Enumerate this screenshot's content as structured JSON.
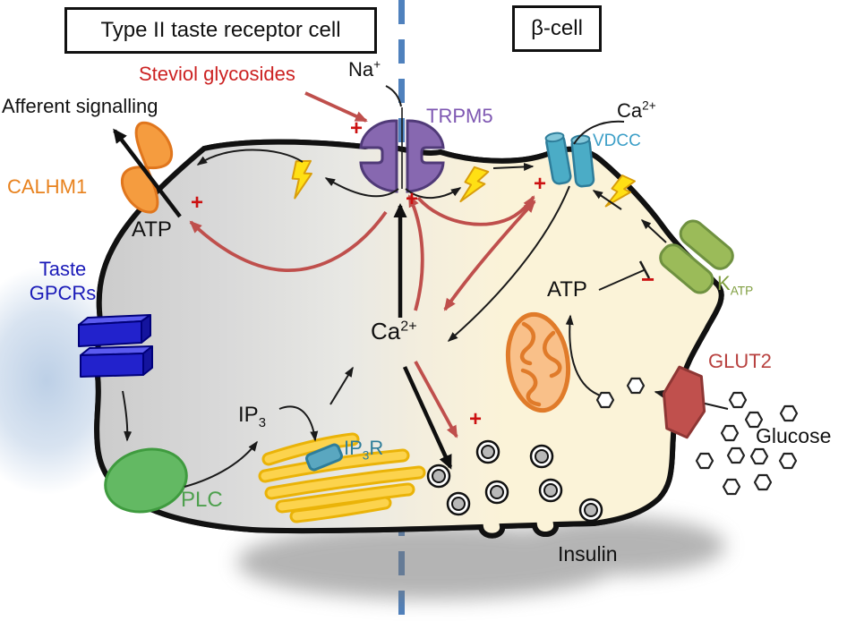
{
  "titles": {
    "left_cell": "Type II taste receptor cell",
    "right_cell": "β-cell"
  },
  "labels": {
    "steviol": "Steviol glycosides",
    "afferent": "Afferent signalling",
    "calhm1": "CALHM1",
    "atp_taste": "ATP",
    "taste_gpcrs_1": "Taste",
    "taste_gpcrs_2": "GPCRs",
    "trpm5": "TRPM5",
    "vdcc": "VDCC",
    "na_base": "Na",
    "na_sup": "+",
    "ca_base": "Ca",
    "ca_sup": "2+",
    "plc": "PLC",
    "ip_base": "IP",
    "ip_sub": "3",
    "r_suffix": "R",
    "atp_beta": "ATP",
    "k_base": "K",
    "k_sub": "ATP",
    "glut2": "GLUT2",
    "glucose": "Glucose",
    "insulin": "Insulin"
  },
  "symbols": {
    "plus": "+",
    "minus": "−"
  },
  "colors": {
    "divider_blue": "#4f81bd",
    "red_arrow": "#bf4f4c",
    "plus_red": "#cc1111",
    "steviol_red": "#cc2222",
    "trpm5_purple": "#8768b0",
    "trpm5_label": "#7e57b2",
    "vdcc_teal": "#4bacc6",
    "vdcc_label": "#3b9ec7",
    "katp_green": "#9bbb59",
    "katp_label": "#7f9e3f",
    "glut2_red": "#c0504d",
    "glut2_label": "#b8413f",
    "calhm1_orange": "#f59c3f",
    "calhm1_label": "#e8821e",
    "gpcr_blue": "#2222cc",
    "gpcr_label": "#1a1ab8",
    "plc_green": "#63b963",
    "plc_label": "#4ea04e",
    "er_yellow": "#fcd34d",
    "ip3r_teal": "#5aa7c0",
    "ip3r_label": "#2e7d9a",
    "mito_orange": "#e07b2a",
    "lightning_yellow": "#ffe014",
    "beta_cell_fill": "#fbf3d8",
    "taste_cell_fill": "#d9d9d9"
  }
}
